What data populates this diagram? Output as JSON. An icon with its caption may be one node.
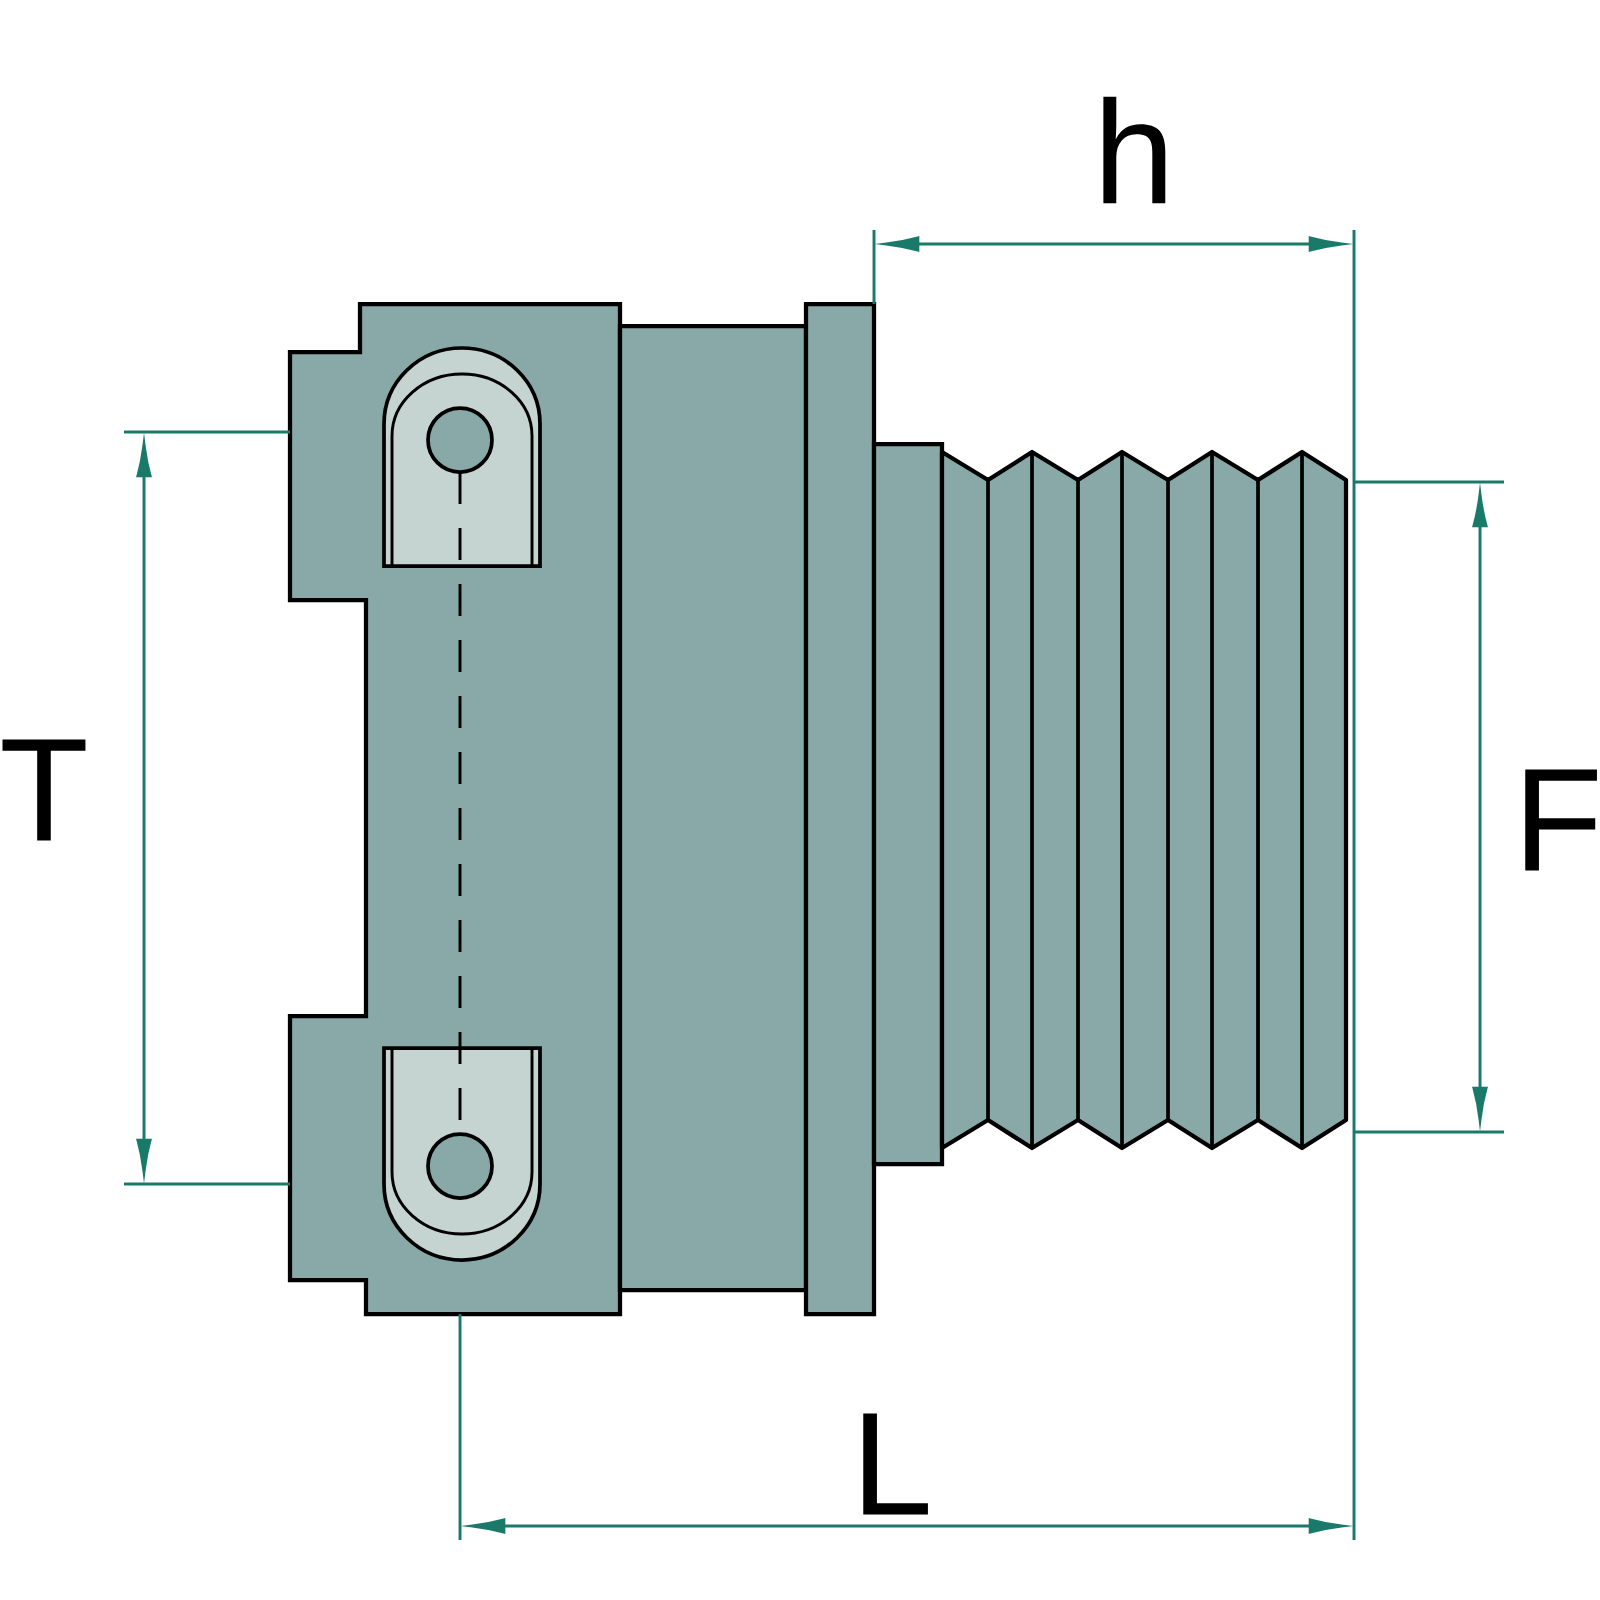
{
  "diagram": {
    "labels": [
      "h",
      "T",
      "F",
      "L"
    ]
  }
}
